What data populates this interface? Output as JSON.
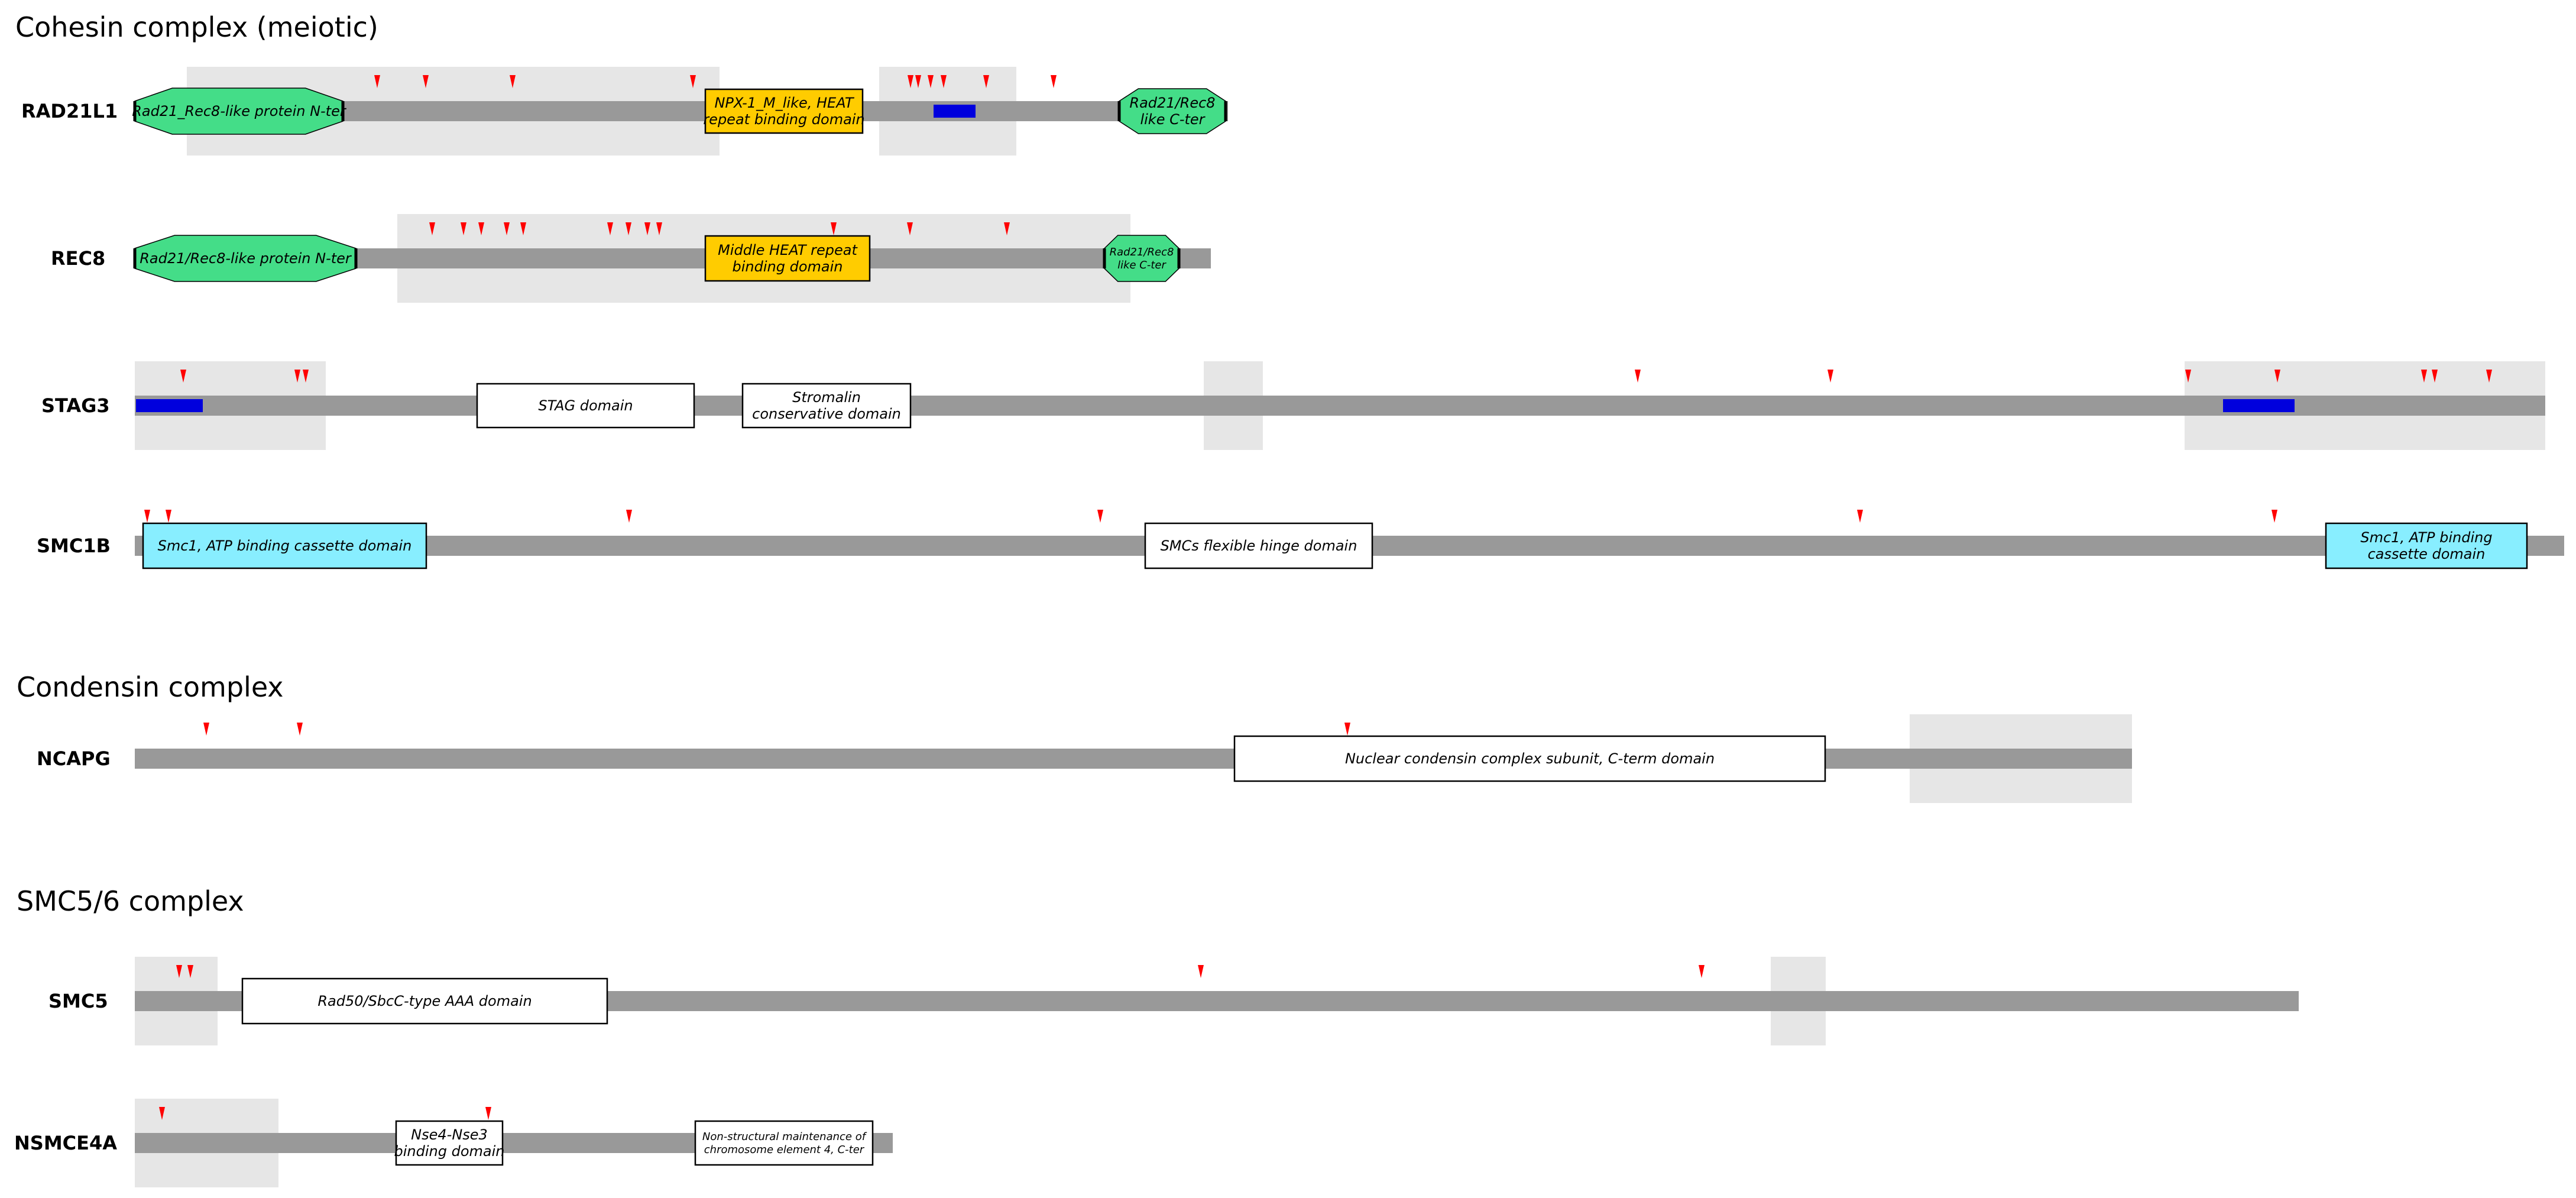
{
  "sections": [
    {
      "id": "cohesin",
      "title": "Cohesin complex (meiotic)"
    },
    {
      "id": "condensin",
      "title": "Condensin complex"
    },
    {
      "id": "smc56",
      "title": "SMC5/6 complex"
    }
  ],
  "colors": {
    "backbone": "#999999",
    "region": "#e6e6e6",
    "green": "#44dd88",
    "gold": "#ffcc00",
    "cyan": "#88eeff",
    "white": "#ffffff",
    "motif": "#0000dd",
    "marker": "#ff0000"
  },
  "proteins": [
    {
      "name": "RAD21L1",
      "domains": [
        {
          "label": "Rad21_Rec8-like protein N-ter",
          "shape": "hexagon",
          "color": "green"
        },
        {
          "label": "NPX-1_M_like, HEAT repeat binding domain",
          "shape": "rect",
          "color": "gold"
        },
        {
          "label": "Rad21/Rec8 like C-ter",
          "shape": "hexagon",
          "color": "green"
        }
      ]
    },
    {
      "name": "REC8",
      "domains": [
        {
          "label": "Rad21/Rec8-like protein N-ter",
          "shape": "hexagon",
          "color": "green"
        },
        {
          "label": "Middle HEAT repeat binding domain",
          "shape": "rect",
          "color": "gold"
        },
        {
          "label": "Rad21/Rec8 like C-ter",
          "shape": "hexagon",
          "color": "green"
        }
      ]
    },
    {
      "name": "STAG3",
      "domains": [
        {
          "label": "STAG domain",
          "shape": "rect",
          "color": "white"
        },
        {
          "label": "Stromalin conservative domain",
          "shape": "rect",
          "color": "white"
        }
      ]
    },
    {
      "name": "SMC1B",
      "domains": [
        {
          "label": "Smc1, ATP binding cassette domain",
          "shape": "rect",
          "color": "cyan"
        },
        {
          "label": "SMCs flexible hinge domain",
          "shape": "rect",
          "color": "white"
        },
        {
          "label": "Smc1, ATP binding cassette domain",
          "shape": "rect",
          "color": "cyan"
        }
      ]
    },
    {
      "name": "NCAPG",
      "domains": [
        {
          "label": "Nuclear condensin complex subunit, C-term domain",
          "shape": "rect",
          "color": "white"
        }
      ]
    },
    {
      "name": "SMC5",
      "domains": [
        {
          "label": "Rad50/SbcC-type AAA domain",
          "shape": "rect",
          "color": "white"
        }
      ]
    },
    {
      "name": "NSMCE4A",
      "domains": [
        {
          "label": "Nse4-Nse3 binding domain",
          "shape": "rect",
          "color": "white"
        },
        {
          "label": "Non-structural maintenance of chromosome element 4, C-ter",
          "shape": "rect",
          "color": "white"
        }
      ]
    }
  ]
}
